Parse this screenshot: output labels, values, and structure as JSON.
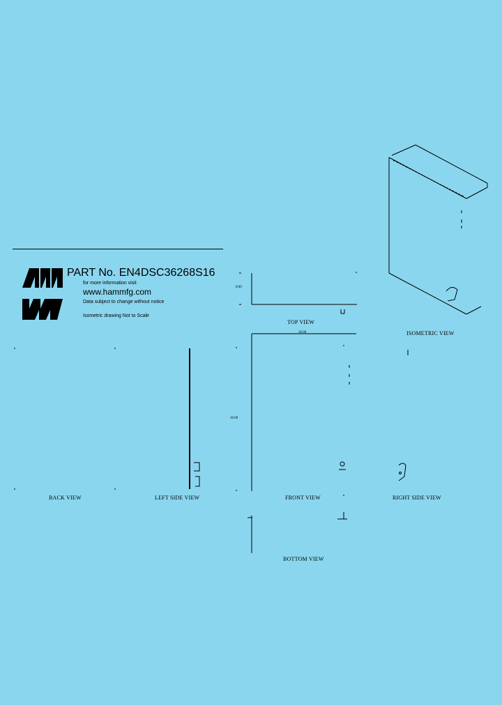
{
  "title_block": {
    "part_no": "PART No. EN4DSC36268S16",
    "info_text": "for more information visit",
    "url": "www.hammfg.com",
    "notice": "Data subject to change without notice",
    "isometric_note": "Isometric drawing Not to Scale"
  },
  "views": {
    "top": "TOP VIEW",
    "isometric": "ISOMETRIC VIEW",
    "back": "BACK VIEW",
    "left_side": "LEFT SIDE VIEW",
    "front": "FRONT VIEW",
    "right_side": "RIGHT SIDE VIEW",
    "bottom": "BOTTOM VIEW"
  },
  "dimensions": {
    "top_height": "8.00",
    "top_width": "26.00",
    "front_height": "36.00"
  },
  "colors": {
    "background": "#8bd6ef",
    "line": "#000000"
  }
}
